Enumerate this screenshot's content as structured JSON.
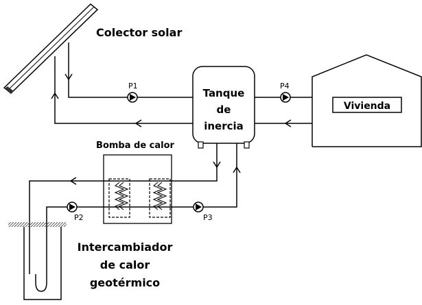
{
  "labels": {
    "collector": "Colector solar",
    "tank_line1": "Tanque",
    "tank_line2": "de",
    "tank_line3": "inercia",
    "dwelling": "Vivienda",
    "heat_pump": "Bomba de calor",
    "exchanger_line1": "Intercambiador",
    "exchanger_line2": "de calor",
    "exchanger_line3": "geotérmico"
  },
  "pumps": {
    "p1": "P1",
    "p2": "P2",
    "p3": "P3",
    "p4": "P4"
  }
}
